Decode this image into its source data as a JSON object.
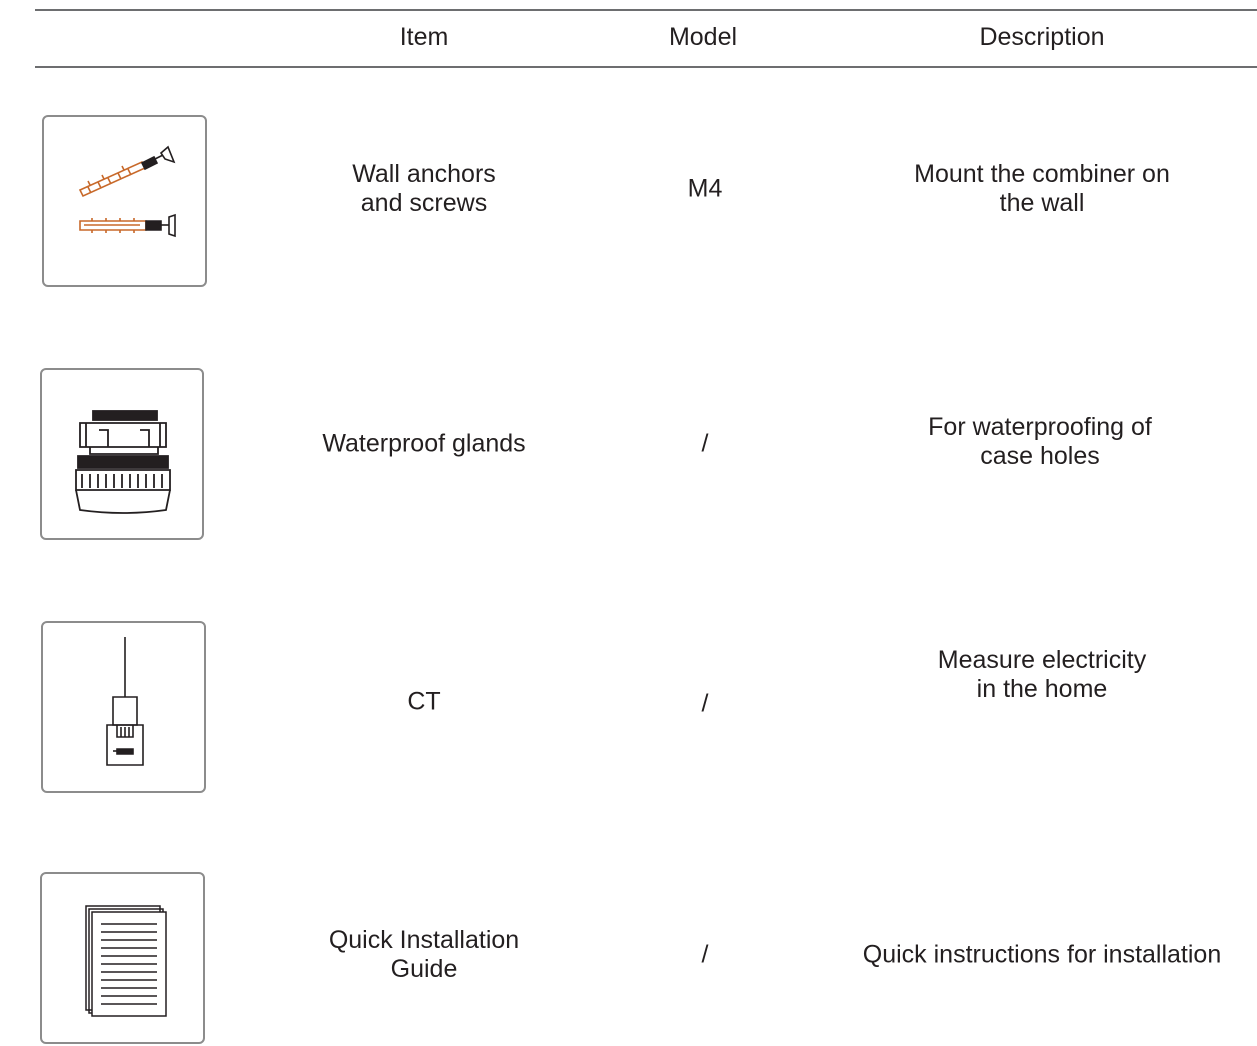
{
  "table": {
    "headers": {
      "item": "Item",
      "model": "Model",
      "description": "Description"
    },
    "rows": [
      {
        "icon": "wall-anchor-screw-icon",
        "item": [
          "Wall anchors",
          "and screws"
        ],
        "model": "M4",
        "description": [
          "Mount the combiner on",
          "the wall"
        ]
      },
      {
        "icon": "waterproof-gland-icon",
        "item": [
          "Waterproof glands"
        ],
        "model": "/",
        "description": [
          "For waterproofing of",
          "case holes"
        ]
      },
      {
        "icon": "ct-clamp-icon",
        "item": [
          "CT"
        ],
        "model": "/",
        "description": [
          "Measure electricity",
          "in the home"
        ]
      },
      {
        "icon": "document-icon",
        "item": [
          "Quick Installation",
          "Guide"
        ],
        "model": "/",
        "description": [
          "Quick instructions for installation"
        ]
      }
    ]
  },
  "colors": {
    "rule": "#6d6e70",
    "text": "#231f20",
    "icon_border": "#8c8c8c",
    "accent_orange": "#c8692a"
  }
}
